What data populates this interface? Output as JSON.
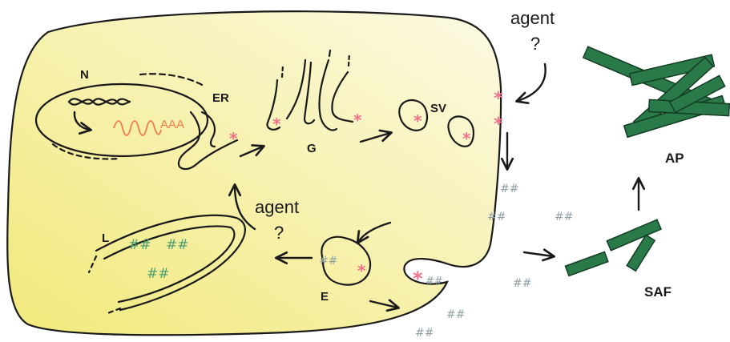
{
  "colors": {
    "cell_fill_start": "#f1e97a",
    "cell_fill_end": "#fbf8d6",
    "marker": "#f2708b",
    "mrna": "#f27a4a",
    "fibril": "#2a7a49",
    "hash_grey": "#8fa0a4",
    "hash_green": "#4c9e73"
  },
  "labels": {
    "nucleus": "N",
    "er": "ER",
    "golgi": "G",
    "secretory_vesicle": "SV",
    "lysosome": "L",
    "endosome": "E",
    "saf": "SAF",
    "ap": "AP",
    "mrna_tail": "AAA",
    "agent_top": "agent",
    "agent_top_q": "?",
    "agent_mid": "agent",
    "agent_mid_q": "?"
  },
  "markers": {
    "star": "*",
    "hash": "##"
  }
}
